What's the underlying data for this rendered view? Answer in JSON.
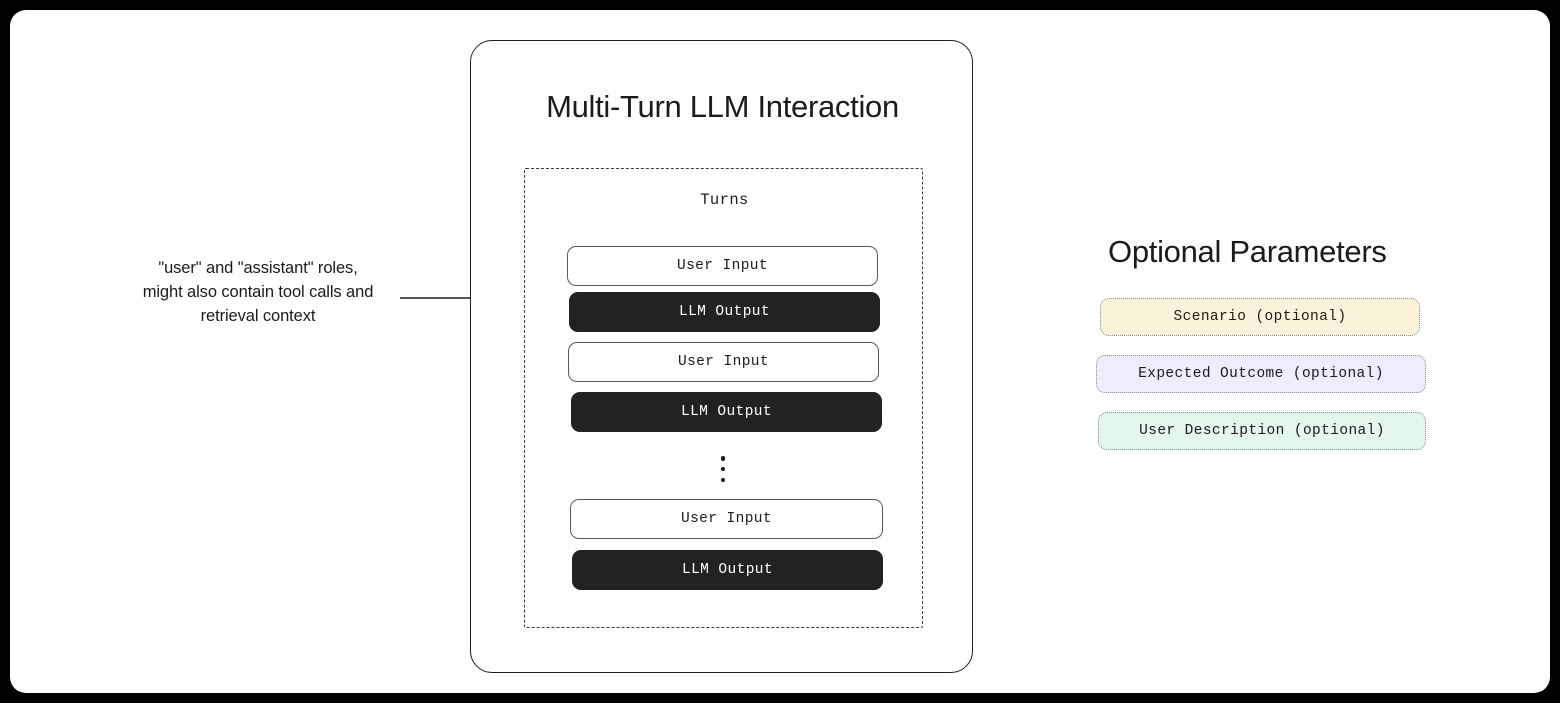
{
  "diagram": {
    "annotation": {
      "lines": [
        "\"user\" and \"assistant\" roles,",
        "might also contain tool calls and",
        "retrieval context"
      ],
      "arrow": "arrow-right"
    },
    "main_card": {
      "title": "Multi-Turn LLM Interaction",
      "turns_container": {
        "label": "Turns",
        "items": [
          {
            "role": "user",
            "label": "User Input"
          },
          {
            "role": "llm",
            "label": "LLM Output"
          },
          {
            "role": "user",
            "label": "User Input"
          },
          {
            "role": "llm",
            "label": "LLM Output"
          },
          {
            "role": "ellipsis",
            "label": "⋮"
          },
          {
            "role": "user",
            "label": "User Input"
          },
          {
            "role": "llm",
            "label": "LLM Output"
          }
        ]
      }
    },
    "optional_panel": {
      "title": "Optional Parameters",
      "items": [
        {
          "label": "Scenario (optional)",
          "color": "#faf3da"
        },
        {
          "label": "Expected Outcome (optional)",
          "color": "#f0ecfb"
        },
        {
          "label": "User Description (optional)",
          "color": "#e3f7ec"
        }
      ]
    },
    "colors": {
      "page_background": "#000000",
      "canvas": "#ffffff",
      "ink": "#1b1b1b",
      "llm_fill": "#222222",
      "user_border": "#5a5a5a",
      "dashed_border": "#3b3b3b",
      "dotted_border": "#8a8a8a"
    }
  }
}
